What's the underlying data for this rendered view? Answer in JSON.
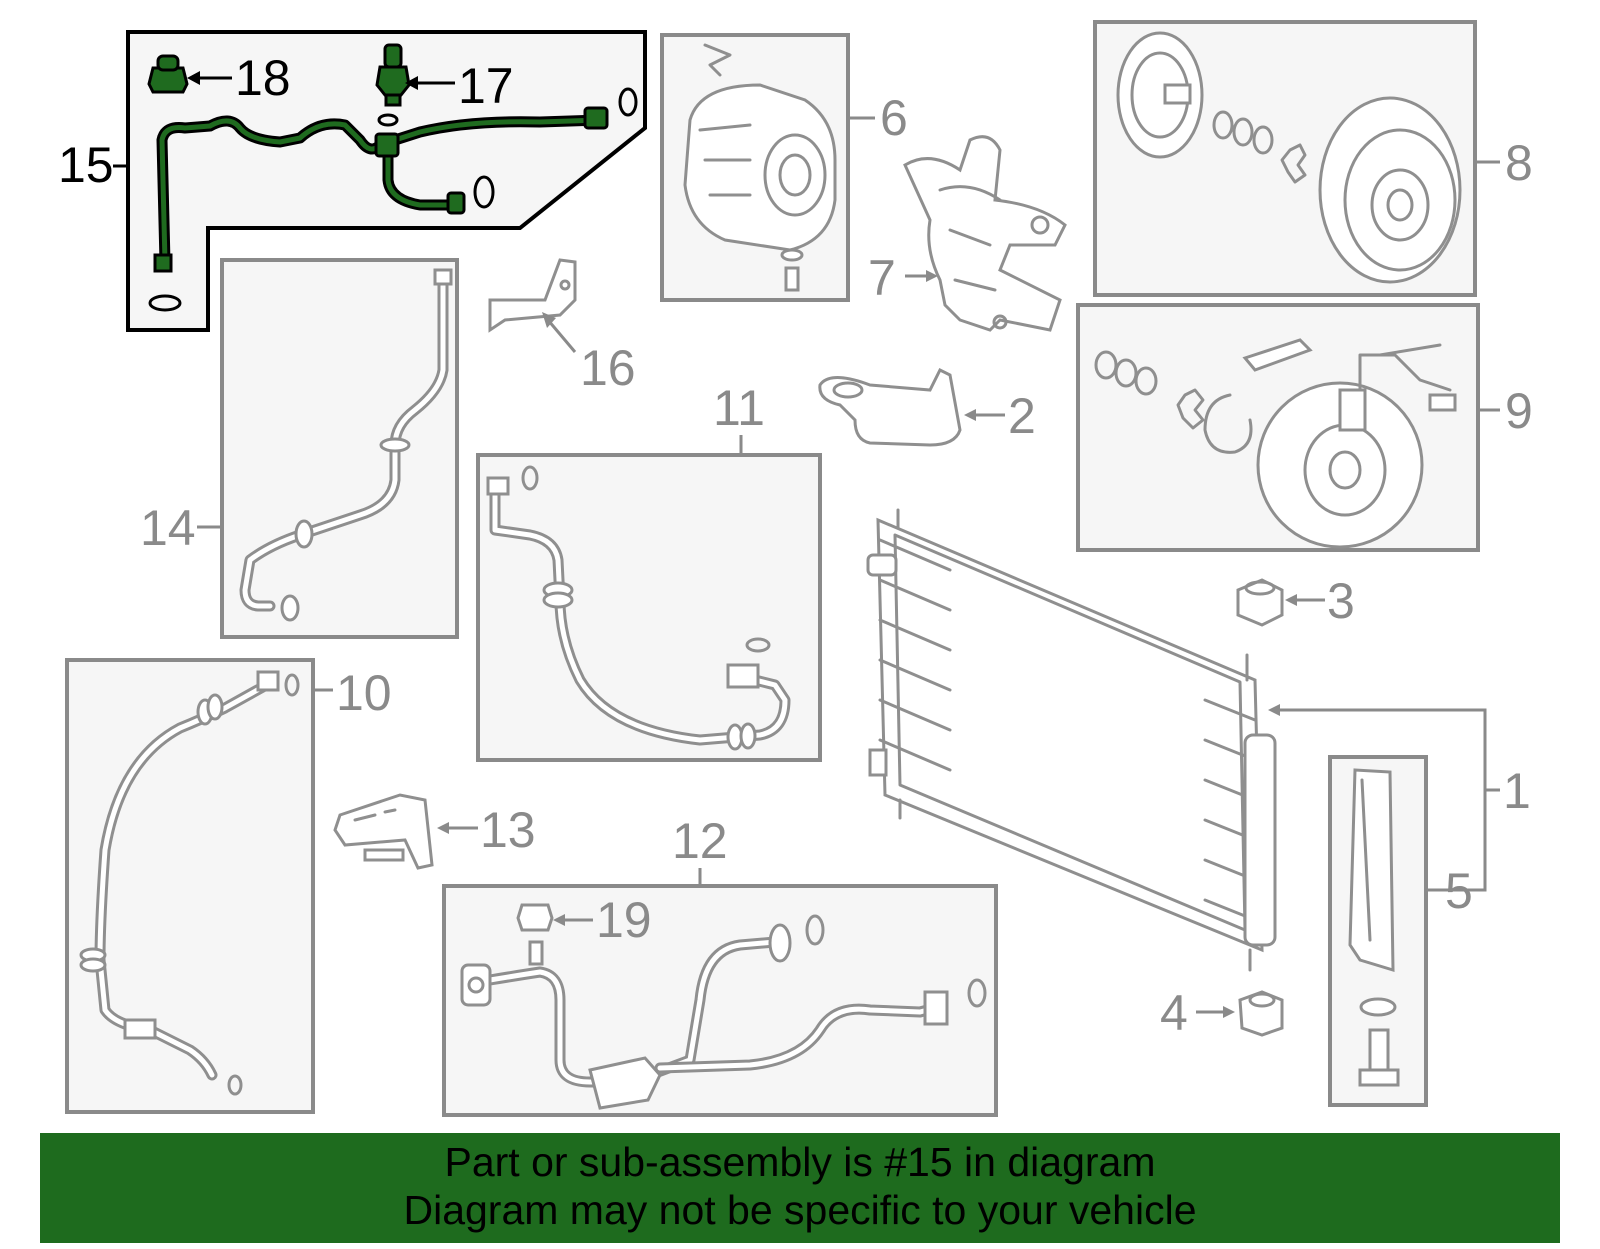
{
  "callouts": {
    "c1": "1",
    "c2": "2",
    "c3": "3",
    "c4": "4",
    "c5": "5",
    "c6": "6",
    "c7": "7",
    "c8": "8",
    "c9": "9",
    "c10": "10",
    "c11": "11",
    "c12": "12",
    "c13": "13",
    "c14": "14",
    "c15": "15",
    "c16": "16",
    "c17": "17",
    "c18": "18",
    "c19": "19"
  },
  "highlight": {
    "part_number": "15",
    "color": "#1f6b1f"
  },
  "footer": {
    "line1": "Part or sub-assembly is #15 in diagram",
    "line2": "Diagram may not be specific to your vehicle",
    "background": "#1e6b1e"
  }
}
